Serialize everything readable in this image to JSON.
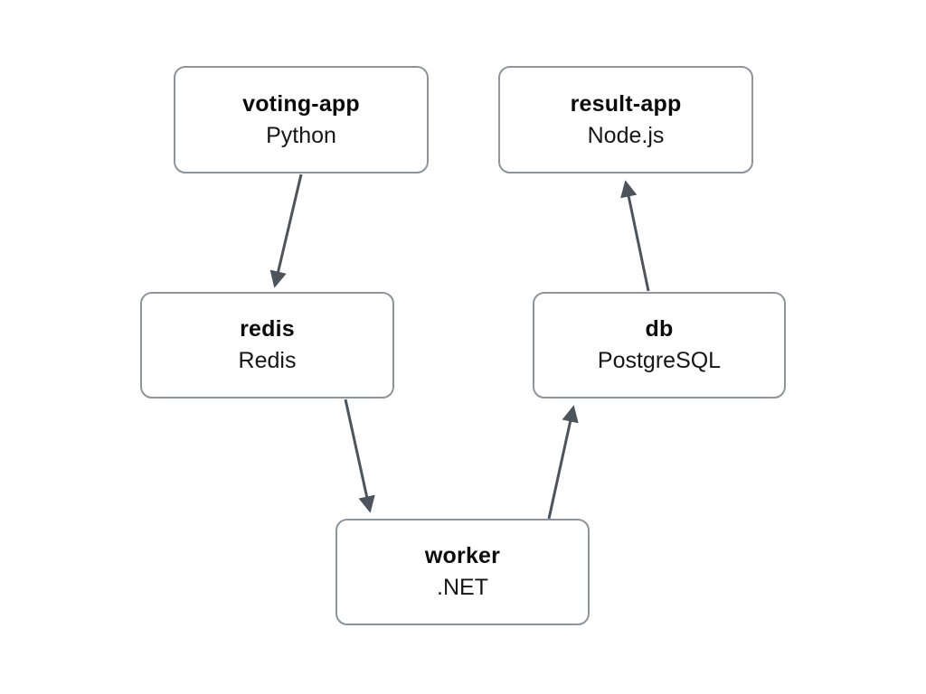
{
  "diagram": {
    "nodes": [
      {
        "id": "voting-app",
        "title": "voting-app",
        "subtitle": "Python"
      },
      {
        "id": "result-app",
        "title": "result-app",
        "subtitle": "Node.js"
      },
      {
        "id": "redis",
        "title": "redis",
        "subtitle": "Redis"
      },
      {
        "id": "db",
        "title": "db",
        "subtitle": "PostgreSQL"
      },
      {
        "id": "worker",
        "title": "worker",
        "subtitle": ".NET"
      }
    ],
    "edges": [
      {
        "from": "voting-app",
        "to": "redis"
      },
      {
        "from": "redis",
        "to": "worker"
      },
      {
        "from": "worker",
        "to": "db"
      },
      {
        "from": "db",
        "to": "result-app"
      }
    ],
    "colors": {
      "background": "#ffffff",
      "node_fill": "#ffffff",
      "node_border": "#8e9499",
      "arrow": "#4d545c",
      "title_text": "#0b0b0b",
      "subtitle_text": "#161616"
    }
  }
}
